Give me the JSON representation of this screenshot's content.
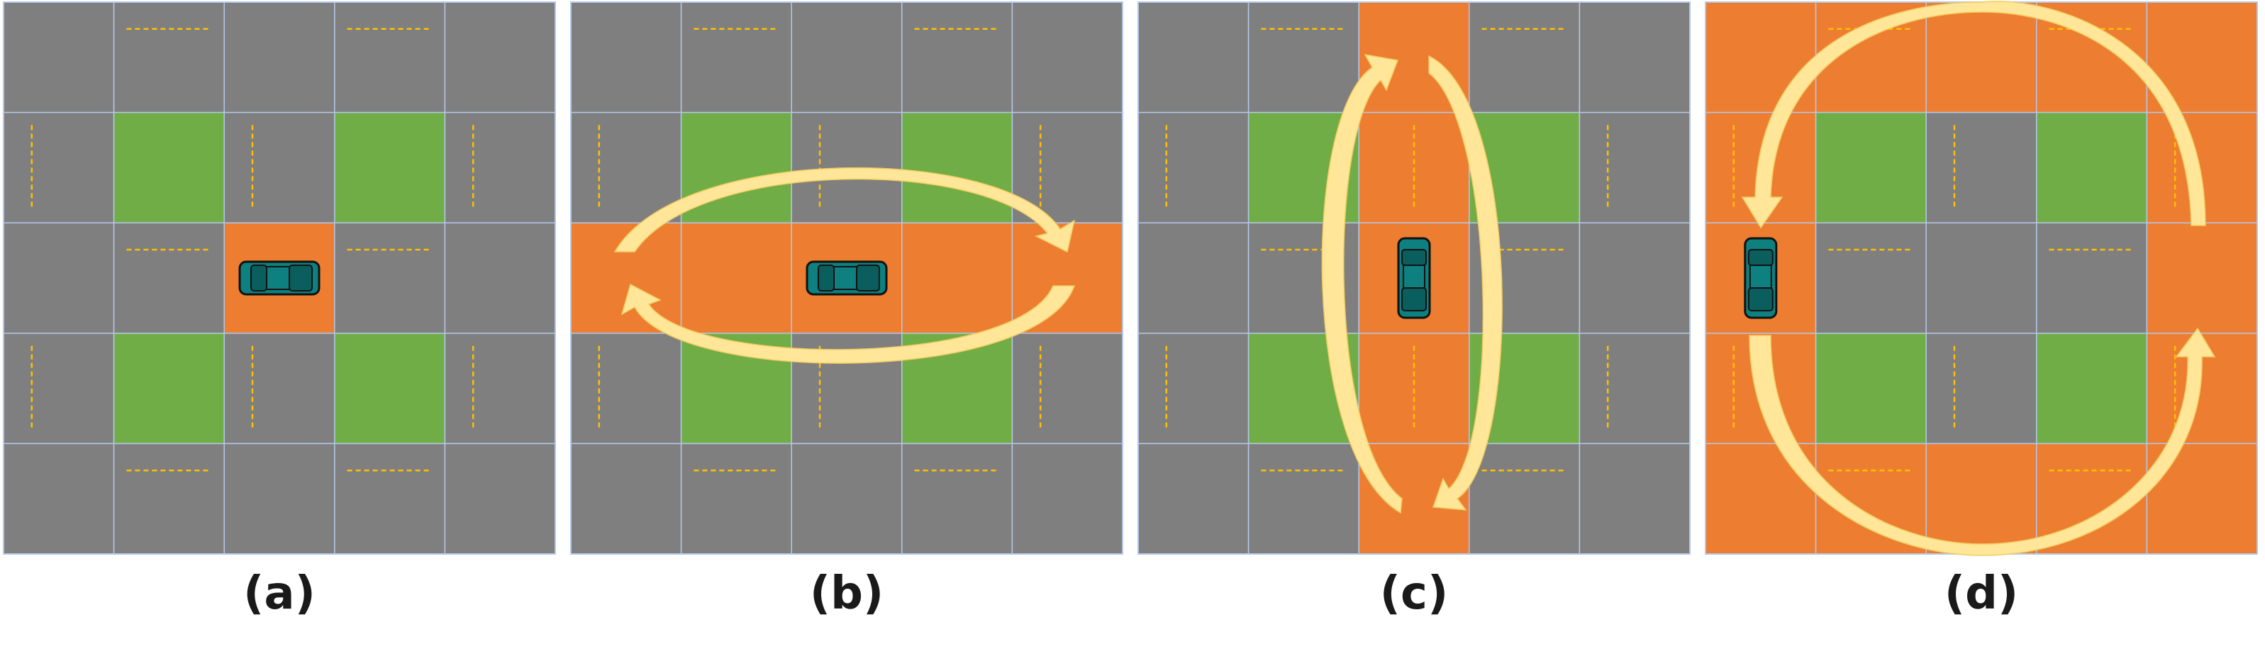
{
  "grid": {
    "rows": 5,
    "cols": 5
  },
  "colors": {
    "road": "#7f7f7f",
    "block": "#70ad47",
    "highlight": "#ed7d31",
    "divider": "#ffc000",
    "grid_line": "#b4c7e7",
    "arrow": "#ffe699",
    "car_body": "#0e8080",
    "car_outline": "#111111"
  },
  "panels": [
    {
      "label": "(a)",
      "highlight": "center-cell",
      "car_orientation": "horizontal",
      "car_col": 2,
      "arrows": "none"
    },
    {
      "label": "(b)",
      "highlight": "center-row",
      "car_orientation": "horizontal",
      "car_col": 2,
      "arrows": "horizontal-loop"
    },
    {
      "label": "(c)",
      "highlight": "center-column",
      "car_orientation": "vertical",
      "car_col": 2,
      "arrows": "vertical-loop"
    },
    {
      "label": "(d)",
      "highlight": "outer-ring",
      "car_orientation": "vertical",
      "car_col": 0,
      "arrows": "ring-loop"
    }
  ]
}
